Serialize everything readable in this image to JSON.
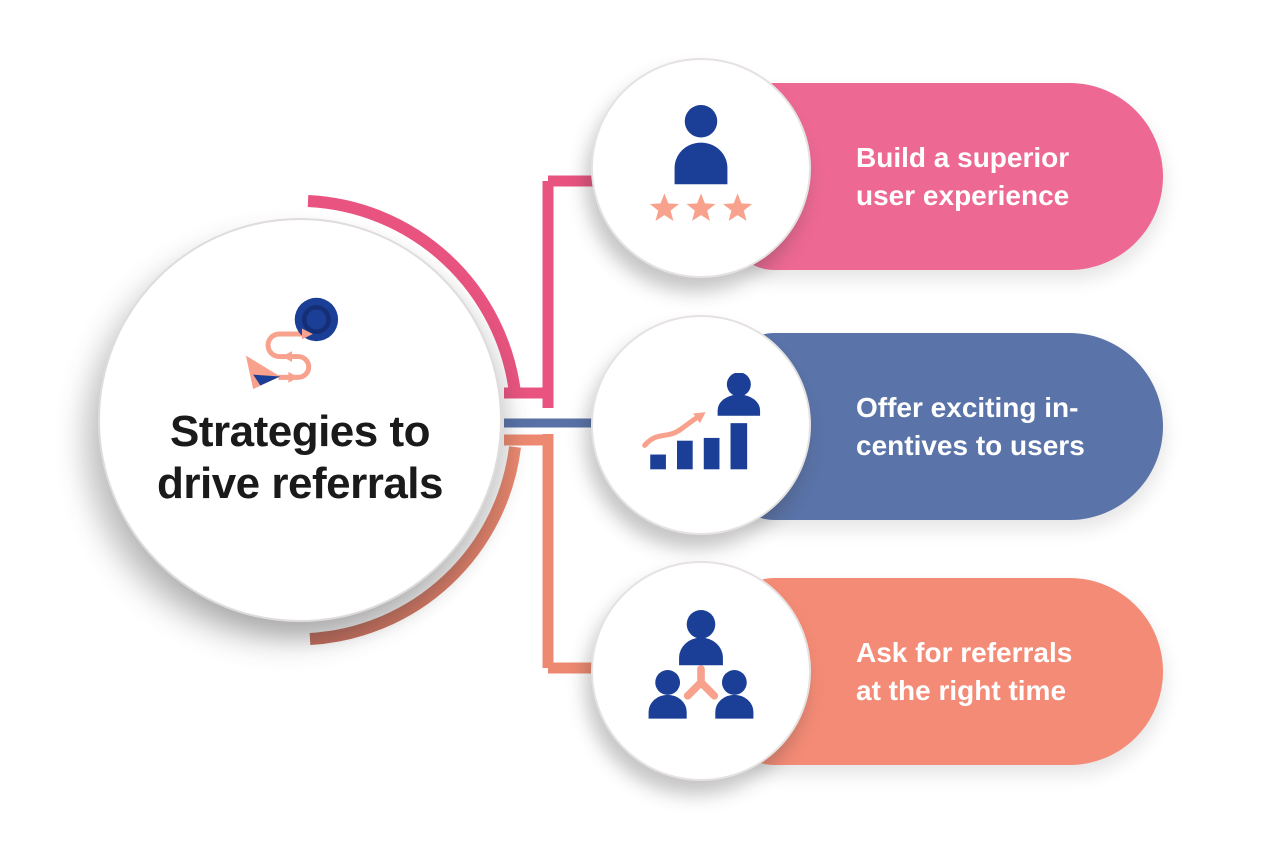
{
  "title": {
    "line1": "Strategies to",
    "line2": "drive referrals",
    "icon": "winding-path-to-target-with-paper-plane"
  },
  "branches": [
    {
      "name": "build-superior-user-experience",
      "lines": [
        "Build a superior",
        "user experience"
      ],
      "color": "#ED6994",
      "icon": "user-with-rating-stars"
    },
    {
      "name": "offer-exciting-incentives",
      "lines": [
        "Offer exciting in-",
        "centives to users"
      ],
      "color": "#5A73A8",
      "icon": "growth-bar-chart-with-person"
    },
    {
      "name": "ask-referrals-right-time",
      "lines": [
        "Ask for referrals",
        "at the right time"
      ],
      "color": "#F48B76",
      "icon": "team-referral-network"
    }
  ],
  "colors": {
    "background": "#FFFFFF",
    "pink": "#ED6994",
    "blue": "#5A73A8",
    "salmon": "#F48B76",
    "connector_pink": "#E8547F",
    "connector_blue": "#5872A7",
    "connector_salmon": "#ED8970",
    "arc_salmon_dark": "#BF6A59",
    "icon_dark_blue": "#1B3E96",
    "icon_target_ring": "#152F76",
    "icon_salmon": "#F8A18C",
    "title_text": "#1A1A1A",
    "pill_text": "#FFFFFF"
  }
}
